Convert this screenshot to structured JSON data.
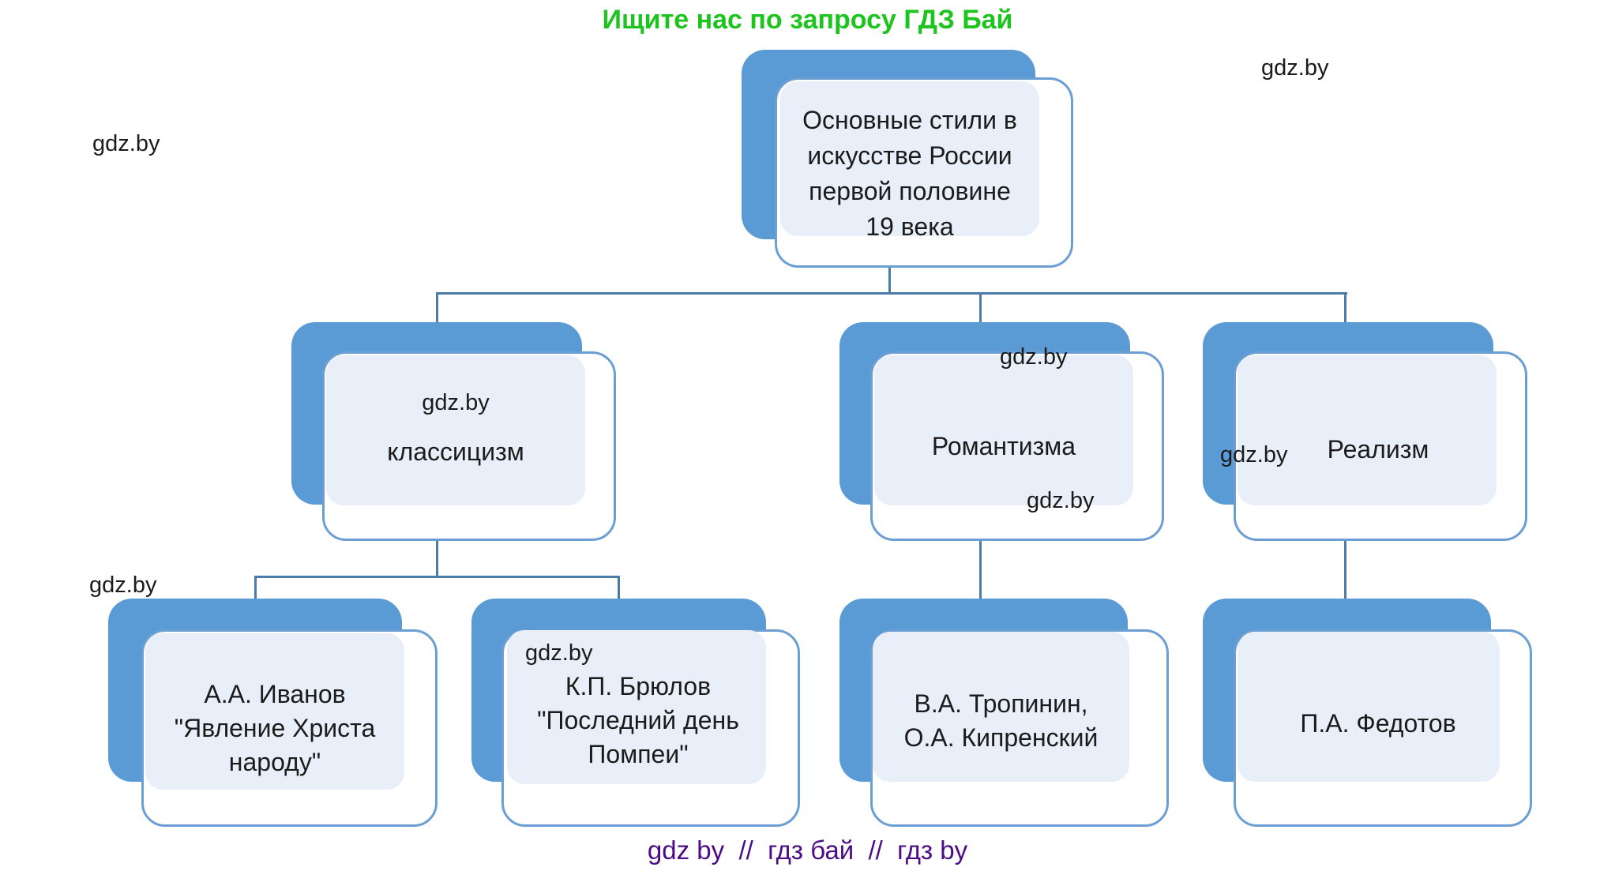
{
  "page": {
    "header": "Ищите нас по запросу ГДЗ Бай",
    "footer": "gdz by  //  гдз бай  //  гдз by"
  },
  "nodes": {
    "root": "Основные стили в\nискусстве России\nпервой половине\n19 века",
    "classicism": "классицизм",
    "romanticism": "Романтизма",
    "realism": "Реализм",
    "ivanov": "А.А. Иванов\n\"Явление Христа\nнароду\"",
    "bryulov": "К.П. Брюлов\n\"Последний день\nПомпеи\"",
    "tropinin": "В.А. Тропинин,\nО.А. Кипренский",
    "fedotov": "П.А. Федотов"
  },
  "watermarks": {
    "top_left": "gdz.by",
    "top_right": "gdz.by",
    "classicism_box": "gdz.by",
    "romanticism_top": "gdz.by",
    "romanticism_bottom": "gdz.by",
    "realism_box": "gdz.by",
    "ivanov_left": "gdz.by",
    "bryulov_box": "gdz.by"
  },
  "colors": {
    "accent_blue": "#5b9bd5",
    "card_border": "#6b9fd4",
    "panel_fill": "#e9eff9",
    "connector": "#4d7ba8",
    "header_green": "#1ec41e",
    "footer_purple": "#4b0c85"
  }
}
